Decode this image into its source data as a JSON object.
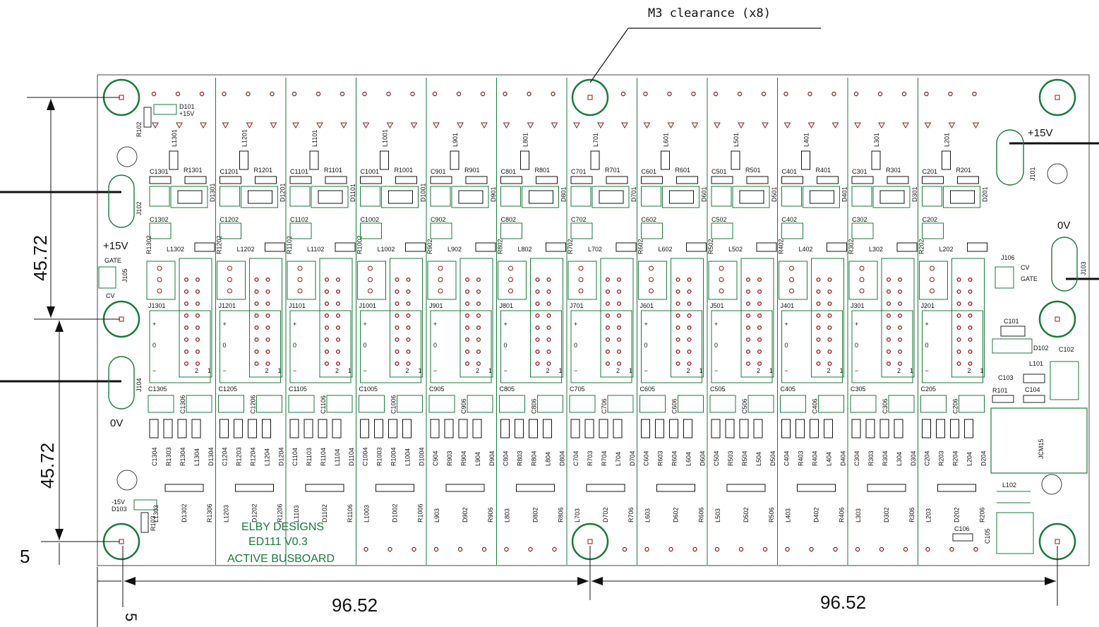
{
  "callout": {
    "text": "M3 clearance (x8)"
  },
  "dimensions": {
    "vertical_top": "45.72",
    "vertical_bottom": "45.72",
    "vertical_edge": "5",
    "horizontal_left": "96.52",
    "horizontal_right": "96.52",
    "horizontal_edge": "5"
  },
  "board": {
    "title_lines": [
      "ELBY DESIGNS",
      "ED111 V0.3",
      "ACTIVE BUSBOARD"
    ],
    "left_labels": {
      "plus15": "+15V",
      "zero_v": "0V",
      "gate": "GATE",
      "cv": "CV",
      "d101": "D101",
      "d101_rail": "+15V",
      "d103": "D103",
      "d103_rail": "-15V",
      "r102": "R102",
      "r103": "R103",
      "j102": "J102",
      "j104": "J104",
      "j105": "J105"
    },
    "right_labels": {
      "plus15": "+15V",
      "zero_v": "0V",
      "j101": "J101",
      "j103": "J103",
      "j106": "J106",
      "cv": "CV",
      "gate": "GATE",
      "c101": "C101",
      "c102": "C102",
      "d102": "D102",
      "l101": "L101",
      "c103": "C103",
      "r101": "R101",
      "c104": "C104",
      "jcm": "JCM15",
      "l102": "L102",
      "c106": "C106",
      "c105": "C105"
    },
    "channels": [
      "13",
      "12",
      "11",
      "10",
      "9",
      "8",
      "7",
      "6",
      "5",
      "4",
      "3",
      "2"
    ],
    "connector_marks": {
      "plus": "+",
      "zero": "0",
      "minus": "−",
      "two": "2",
      "one": "1"
    }
  },
  "colors": {
    "trace": "#1a7a3a",
    "pad": "#8b1a1a",
    "ink": "#111111"
  }
}
